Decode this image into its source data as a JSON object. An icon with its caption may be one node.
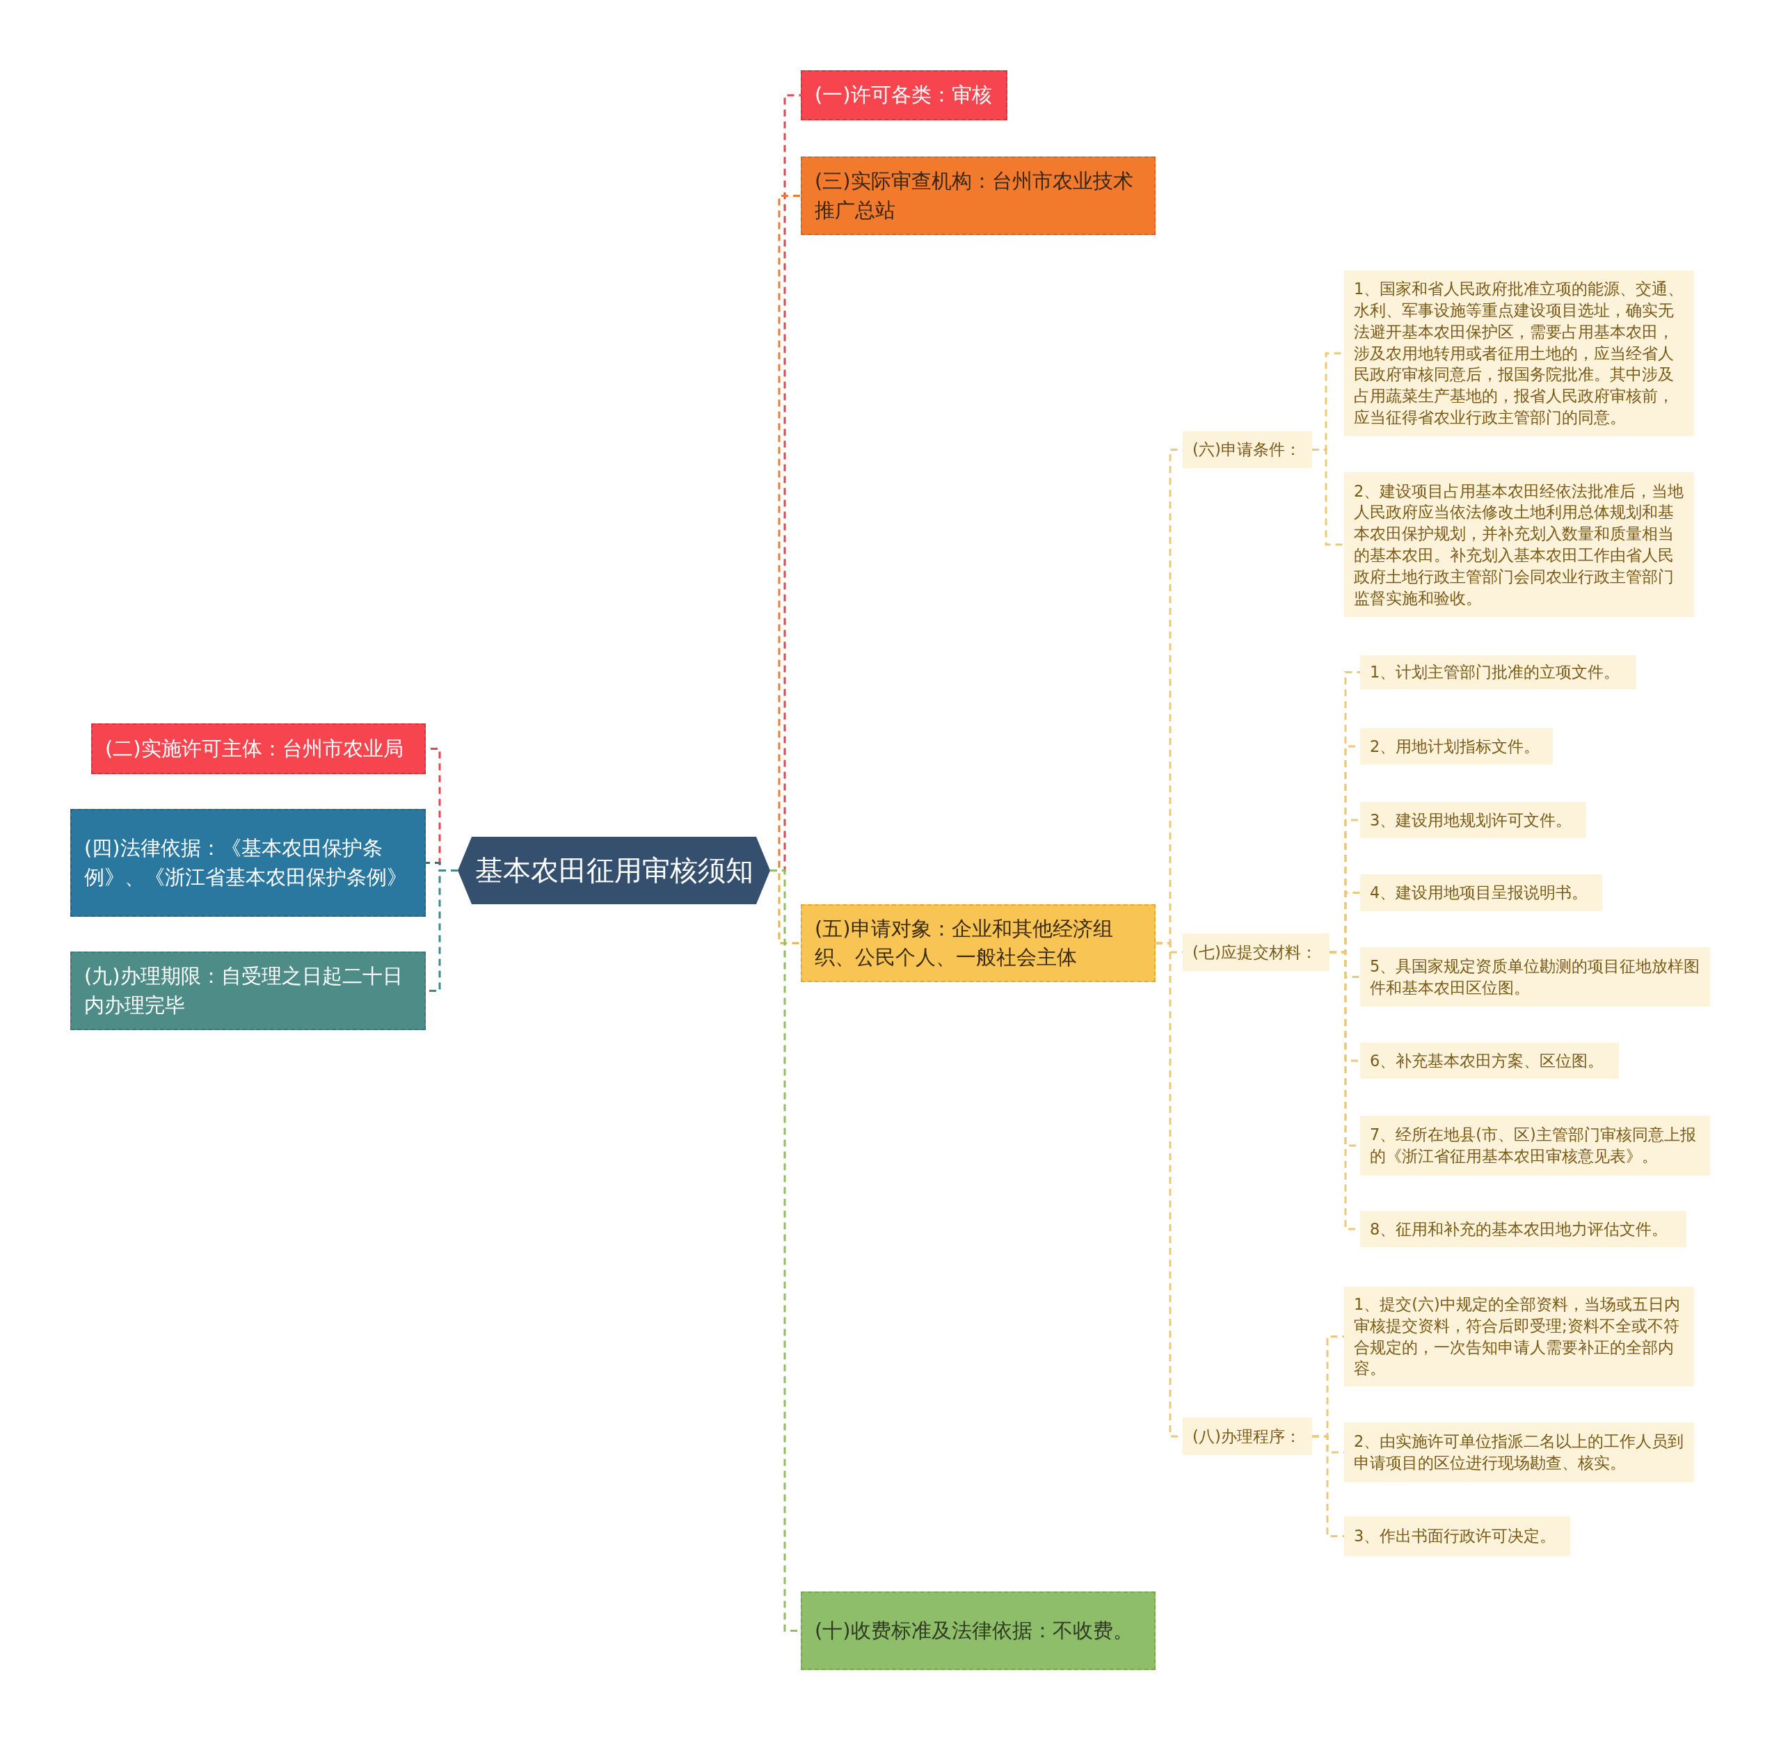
{
  "diagram": {
    "nodes": [
      {
        "text": [
          "基本农田征用审核须知"
        ]
      },
      {
        "text": [
          "(一)许可各类：审核"
        ]
      },
      {
        "text": [
          "(三)实际审查机构：台州市农业技术推广总站"
        ]
      },
      {
        "text": [
          "(二)实施许可主体：台州市农业局"
        ]
      },
      {
        "text": [
          "(四)法律依据：《基本农田保护条例》、《浙江省基本农田保护条例》"
        ]
      },
      {
        "text": [
          "(九)办理期限：自受理之日起二十日内办理完毕"
        ]
      },
      {
        "text": [
          "(五)申请对象：企业和其他经济组织、公民个人、一般社会主体"
        ]
      },
      {
        "text": [
          "(六)申请条件："
        ]
      },
      {
        "text": [
          "1、国家和省人民政府批准立项的能源、交通、水利、军事设施等重点建设项目选址，确实无法避开基本农田保护区，需要占用基本农田，涉及农用地转用或者征用土地的，应当经省人民政府审核同意后，报国务院批准。其中涉及占用蔬菜生产基地的，报省人民政府审核前，应当征得省农业行政主管部门的同意。"
        ]
      },
      {
        "text": [
          "2、建设项目占用基本农田经依法批准后，当地人民政府应当依法修改土地利用总体规划和基本农田保护规划，并补充划入数量和质量相当的基本农田。补充划入基本农田工作由省人民政府土地行政主管部门会同农业行政主管部门监督实施和验收。"
        ]
      },
      {
        "text": [
          "(七)应提交材料："
        ]
      },
      {
        "text": [
          "1、计划主管部门批准的立项文件。"
        ]
      },
      {
        "text": [
          "2、用地计划指标文件。"
        ]
      },
      {
        "text": [
          "3、建设用地规划许可文件。"
        ]
      },
      {
        "text": [
          "4、建设用地项目呈报说明书。"
        ]
      },
      {
        "text": [
          "5、具国家规定资质单位勘测的项目征地放样图件和基本农田区位图。"
        ]
      },
      {
        "text": [
          "6、补充基本农田方案、区位图。"
        ]
      },
      {
        "text": [
          "7、经所在地县(市、区)主管部门审核同意上报的《浙江省征用基本农田审核意见表》。"
        ]
      },
      {
        "text": [
          "8、征用和补充的基本农田地力评估文件。"
        ]
      },
      {
        "text": [
          "(八)办理程序："
        ]
      },
      {
        "text": [
          "1、提交(六)中规定的全部资料，当场或五日内审核提交资料，符合后即受理;资料不全或不符合规定的，一次告知申请人需要补正的全部内容。"
        ]
      },
      {
        "text": [
          "2、由实施许可单位指派二名以上的工作人员到申请项目的区位进行现场勘查、核实。"
        ]
      },
      {
        "text": [
          "3、作出书面行政许可决定。"
        ]
      },
      {
        "text": [
          "(十)收费标准及法律依据：不收费。"
        ]
      }
    ],
    "edges": [
      {
        "from": 0,
        "to": 1,
        "arrow": "none",
        "style": "dashed",
        "color": "#e0474f"
      },
      {
        "from": 0,
        "to": 2,
        "arrow": "none",
        "style": "dashed",
        "color": "#ee7a33"
      },
      {
        "from": 0,
        "to": 3,
        "arrow": "none",
        "style": "dashed",
        "color": "#e0474f"
      },
      {
        "from": 0,
        "to": 4,
        "arrow": "none",
        "style": "dashed",
        "color": "#2f6f96"
      },
      {
        "from": 0,
        "to": 5,
        "arrow": "none",
        "style": "dashed",
        "color": "#3f8a86"
      },
      {
        "from": 0,
        "to": 6,
        "arrow": "none",
        "style": "dashed",
        "color": "#e9b43c"
      },
      {
        "from": 0,
        "to": 23,
        "arrow": "none",
        "style": "dashed",
        "color": "#8fbf62"
      },
      {
        "from": 6,
        "to": 7,
        "arrow": "none",
        "style": "dashed",
        "color": "#ecc97a"
      },
      {
        "from": 6,
        "to": 10,
        "arrow": "none",
        "style": "dashed",
        "color": "#ecc97a"
      },
      {
        "from": 6,
        "to": 19,
        "arrow": "none",
        "style": "dashed",
        "color": "#ecc97a"
      },
      {
        "from": 7,
        "to": 8,
        "arrow": "none",
        "style": "dashed",
        "color": "#ecc97a"
      },
      {
        "from": 7,
        "to": 9,
        "arrow": "none",
        "style": "dashed",
        "color": "#ecc97a"
      },
      {
        "from": 10,
        "to": 11,
        "arrow": "none",
        "style": "dashed",
        "color": "#ecc97a"
      },
      {
        "from": 10,
        "to": 12,
        "arrow": "none",
        "style": "dashed",
        "color": "#ecc97a"
      },
      {
        "from": 10,
        "to": 13,
        "arrow": "none",
        "style": "dashed",
        "color": "#ecc97a"
      },
      {
        "from": 10,
        "to": 14,
        "arrow": "none",
        "style": "dashed",
        "color": "#ecc97a"
      },
      {
        "from": 10,
        "to": 15,
        "arrow": "none",
        "style": "dashed",
        "color": "#ecc97a"
      },
      {
        "from": 10,
        "to": 16,
        "arrow": "none",
        "style": "dashed",
        "color": "#ecc97a"
      },
      {
        "from": 10,
        "to": 17,
        "arrow": "none",
        "style": "dashed",
        "color": "#ecc97a"
      },
      {
        "from": 10,
        "to": 18,
        "arrow": "none",
        "style": "dashed",
        "color": "#ecc97a"
      },
      {
        "from": 19,
        "to": 20,
        "arrow": "none",
        "style": "dashed",
        "color": "#ecc97a"
      },
      {
        "from": 19,
        "to": 21,
        "arrow": "none",
        "style": "dashed",
        "color": "#ecc97a"
      },
      {
        "from": 19,
        "to": 22,
        "arrow": "none",
        "style": "dashed",
        "color": "#ecc97a"
      }
    ]
  }
}
